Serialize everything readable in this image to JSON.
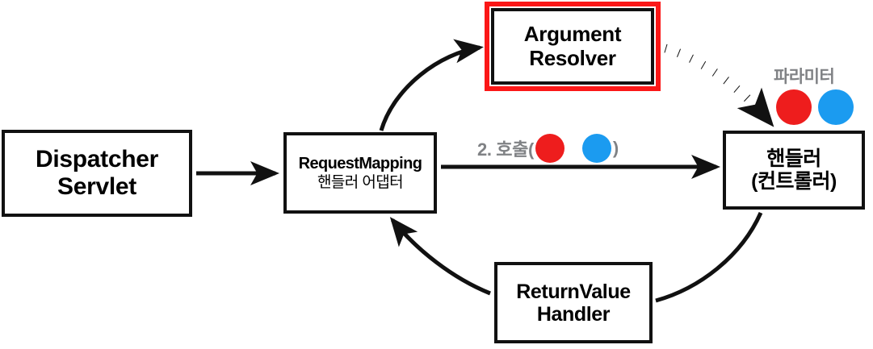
{
  "diagram": {
    "title": "Spring MVC handler adapter flow",
    "colors": {
      "stroke": "#111111",
      "highlight_red": "#fb1717",
      "dot_red": "#ee1d1d",
      "dot_blue": "#1b9bf0",
      "label_gray": "#808285",
      "background": "#ffffff"
    },
    "nodes": {
      "dispatcher_servlet": {
        "line1": "Dispatcher",
        "line2": "Servlet"
      },
      "request_mapping": {
        "line1": "RequestMapping",
        "line2": "핸들러 어댑터"
      },
      "argument_resolver": {
        "line1": "Argument",
        "line2": "Resolver",
        "highlighted": "true"
      },
      "handler": {
        "line1": "핸들러",
        "line2": "(컨트롤러)"
      },
      "return_value_handler": {
        "line1": "ReturnValue",
        "line2": "Handler"
      }
    },
    "labels": {
      "parameter": "파라미터",
      "call_prefix": "2. 호출(",
      "call_suffix": ")"
    },
    "edges": [
      {
        "name": "servlet-to-adapter",
        "from": "Dispatcher Servlet",
        "to": "RequestMapping 핸들러 어댑터",
        "style": "solid",
        "arrow": "single"
      },
      {
        "name": "adapter-to-argument-resolver",
        "from": "RequestMapping 핸들러 어댑터",
        "to": "Argument Resolver",
        "style": "solid-curved",
        "arrow": "single"
      },
      {
        "name": "argument-resolver-to-handler",
        "from": "Argument Resolver",
        "to": "핸들러 (컨트롤러)",
        "style": "dotted-curved",
        "arrow": "single"
      },
      {
        "name": "adapter-to-handler",
        "from": "RequestMapping 핸들러 어댑터",
        "to": "핸들러 (컨트롤러)",
        "style": "solid",
        "arrow": "single"
      },
      {
        "name": "handler-to-return-value-handler",
        "from": "핸들러 (컨트롤러)",
        "to": "ReturnValue Handler",
        "style": "solid-curved",
        "arrow": "none"
      },
      {
        "name": "return-value-handler-to-adapter",
        "from": "ReturnValue Handler",
        "to": "RequestMapping 핸들러 어댑터",
        "style": "solid-curved",
        "arrow": "single"
      }
    ]
  }
}
